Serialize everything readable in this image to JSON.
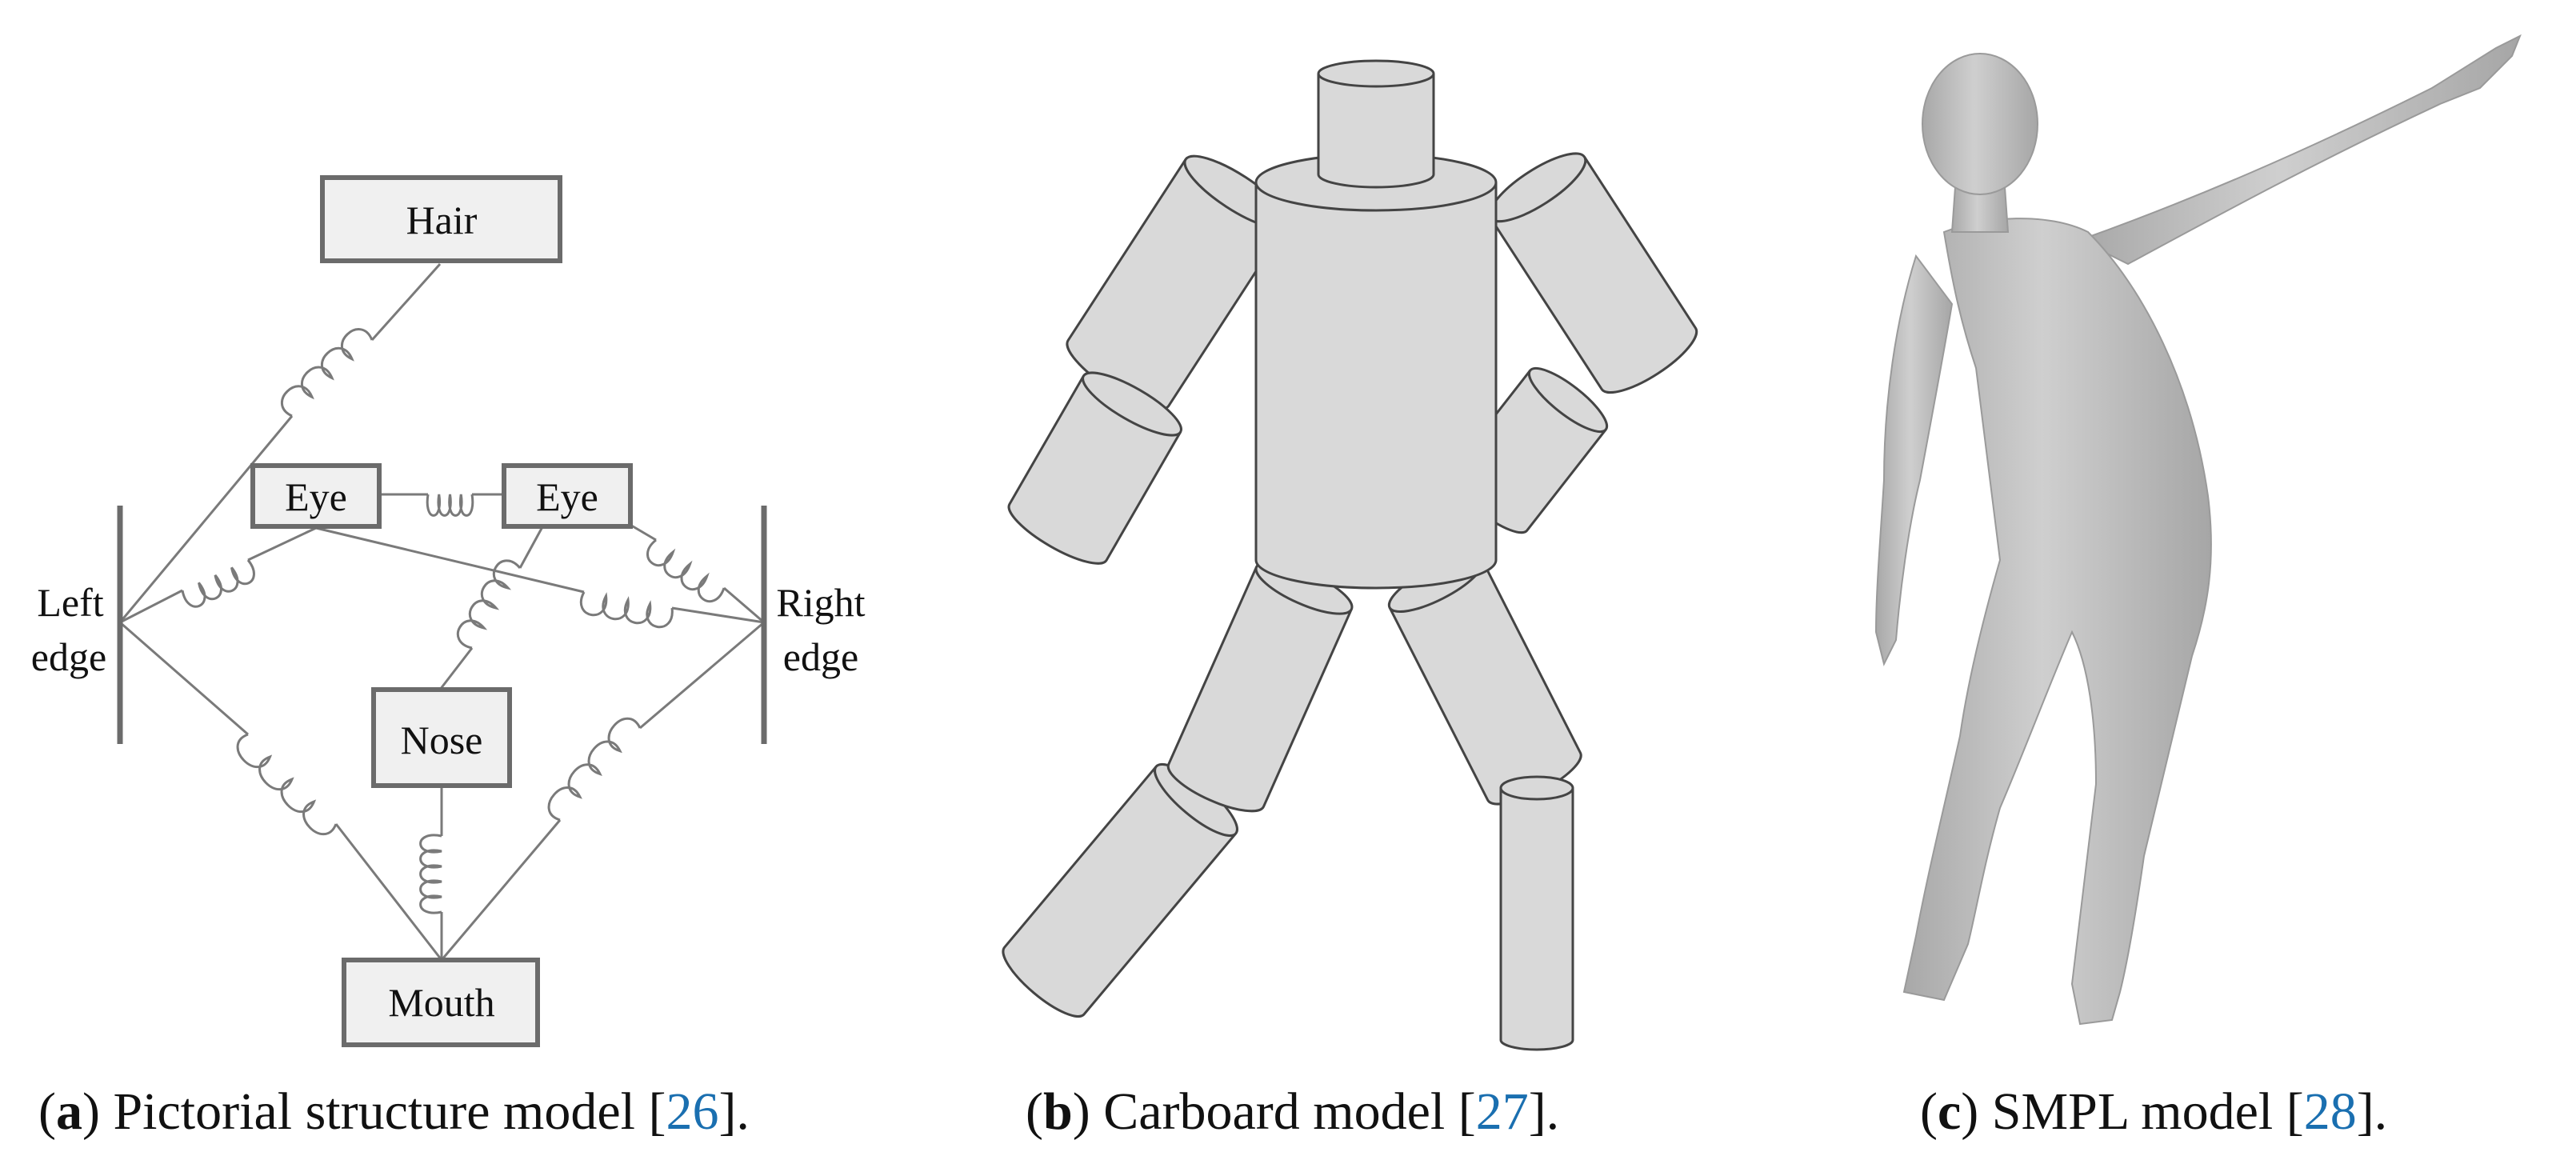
{
  "panel_a": {
    "nodes": {
      "hair": "Hair",
      "eye_left": "Eye",
      "eye_right": "Eye",
      "nose": "Nose",
      "mouth": "Mouth"
    },
    "edge_left": [
      "Left",
      "edge"
    ],
    "edge_right": [
      "Right",
      "edge"
    ],
    "caption": {
      "letter": "a",
      "text": " Pictorial structure model [",
      "ref": "26",
      "tail": "]."
    }
  },
  "panel_b": {
    "caption": {
      "letter": "b",
      "text": " Carboard model [",
      "ref": "27",
      "tail": "]."
    }
  },
  "panel_c": {
    "caption": {
      "letter": "c",
      "text": " SMPL model [",
      "ref": "28",
      "tail": "]."
    }
  },
  "colors": {
    "box_fill": "#f0f0f0",
    "box_stroke": "#6b6b6b",
    "line": "#7a7a7a",
    "cylinder_fill": "#d9d9d9",
    "cylinder_stroke": "#444444",
    "body_fill": "#bdbdbd",
    "ref": "#1a6fb0"
  }
}
